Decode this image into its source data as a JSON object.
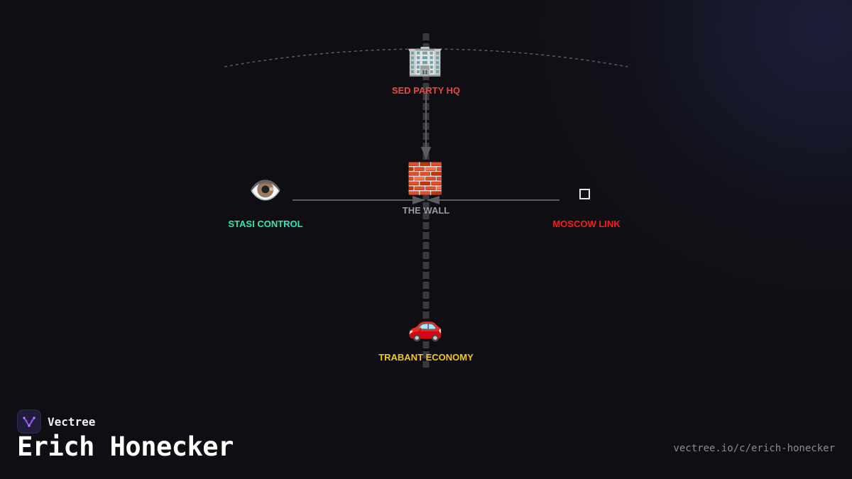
{
  "diagram": {
    "nodes": {
      "center": {
        "icon": "🧱",
        "icon_name": "brick-wall-icon",
        "label": "THE WALL",
        "color": "#9a9aa0"
      },
      "top": {
        "icon": "🏢",
        "icon_name": "office-building-icon",
        "label": "SED PARTY HQ",
        "color": "#ef4444"
      },
      "left": {
        "icon": "👁️",
        "icon_name": "eye-icon",
        "label": "STASI CONTROL",
        "color": "#2ee6b8"
      },
      "right": {
        "icon": "□",
        "icon_name": "square-glyph-icon",
        "label": "MOSCOW LINK",
        "color": "#ff1a1a"
      },
      "bottom": {
        "icon": "🚗",
        "icon_name": "car-icon",
        "label": "TRABANT ECONOMY",
        "color": "#f5c518"
      }
    }
  },
  "footer": {
    "brand_name": "Vectree",
    "brand_logo": "vectree-logo-icon",
    "title": "Erich Honecker",
    "url": "vectree.io/c/erich-honecker"
  }
}
